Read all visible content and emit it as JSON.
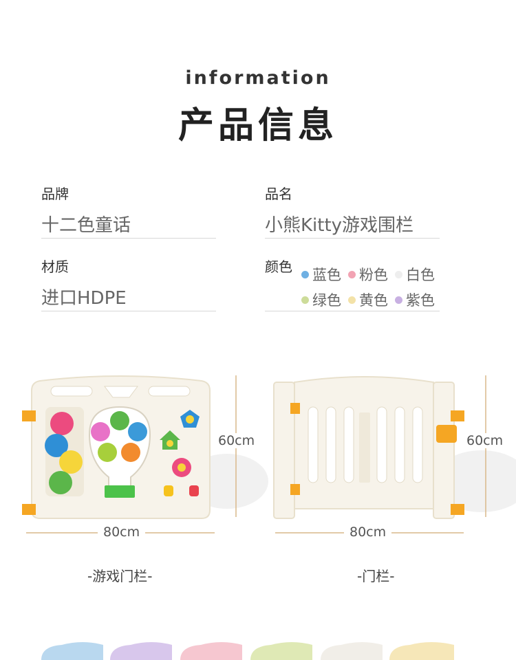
{
  "header": {
    "en_title": "information",
    "cn_title": "产品信息"
  },
  "fields": {
    "brand": {
      "label": "品牌",
      "value": "十二色童话"
    },
    "name": {
      "label": "品名",
      "value": "小熊Kitty游戏围栏"
    },
    "material": {
      "label": "材质",
      "value": "进口HDPE"
    },
    "color": {
      "label": "颜色"
    }
  },
  "color_options": [
    {
      "name": "蓝色",
      "hex": "#6fb0e3"
    },
    {
      "name": "粉色",
      "hex": "#f2a3b3"
    },
    {
      "name": "白色",
      "hex": "#eeeeee"
    },
    {
      "name": "绿色",
      "hex": "#cddc9a"
    },
    {
      "name": "黄色",
      "hex": "#f3e2a8"
    },
    {
      "name": "紫色",
      "hex": "#c8b0e2"
    }
  ],
  "products": {
    "game_panel": {
      "width": "80cm",
      "height": "60cm",
      "caption": "-游戏门栏-"
    },
    "door_panel": {
      "width": "80cm",
      "height": "60cm",
      "caption": "-门栏-"
    }
  },
  "accent_colors": {
    "latch": "#f5a623",
    "panel": "#f7f3ea",
    "dimension_line": "#d9b88a"
  }
}
